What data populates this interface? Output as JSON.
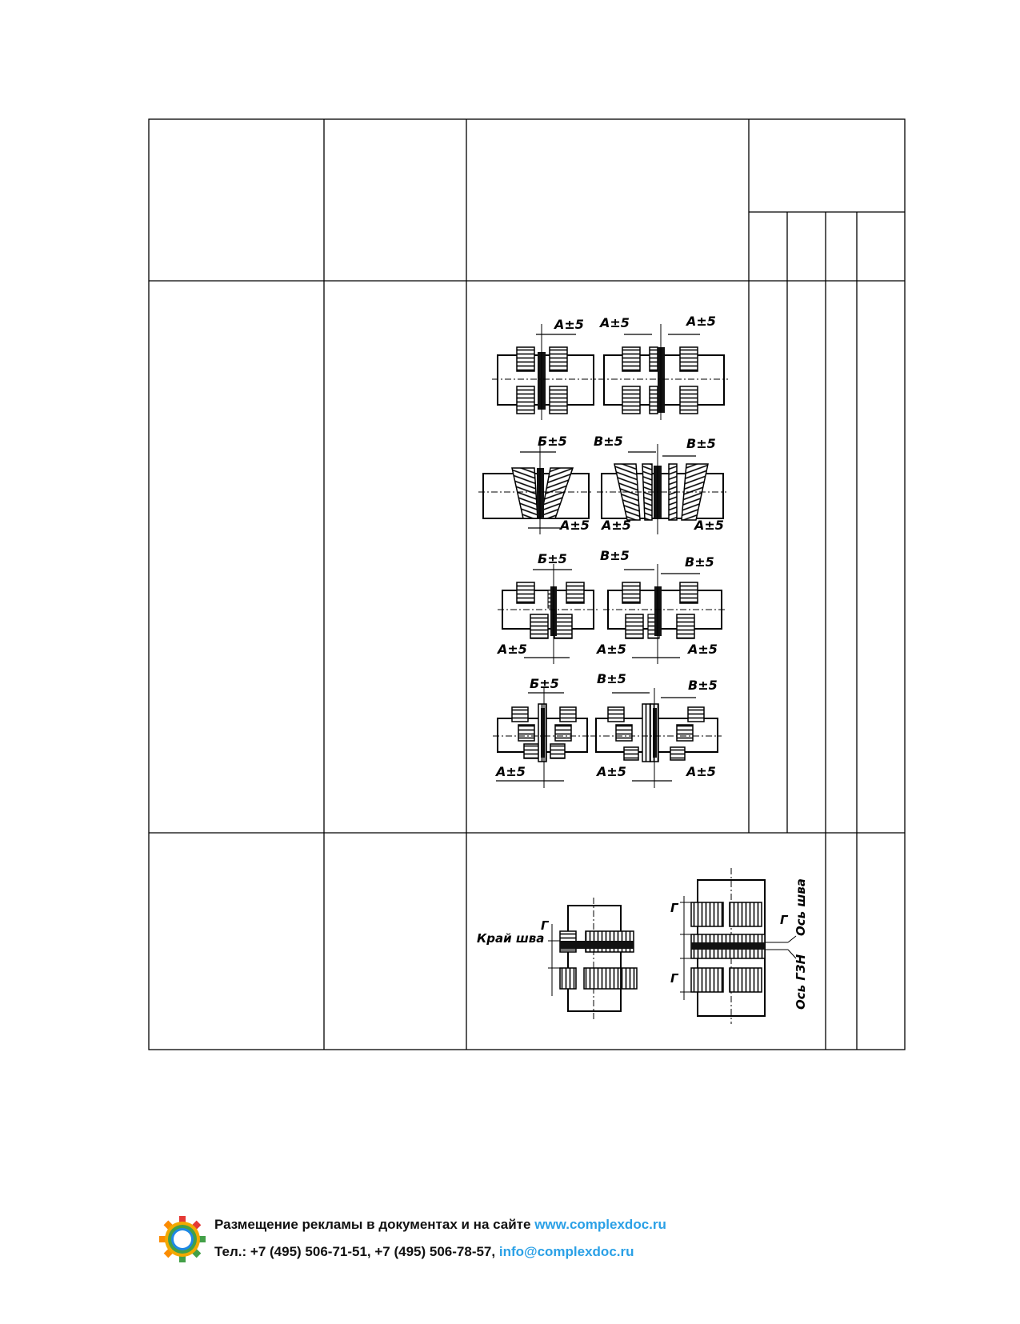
{
  "drawings": {
    "row1": {
      "labels": {
        "a5": "А±5",
        "b5": "Б±5",
        "v5": "В±5"
      }
    },
    "row2": {
      "edge_label": "Край шва",
      "g_label": "Г",
      "seam_axis_label": "Ось шва",
      "gzn_axis_label": "Ось ГЗН"
    }
  },
  "footer": {
    "logo_icon": "gear-circle-logo-icon",
    "line1_text": "Размещение рекламы в документах и на сайте ",
    "line1_link": "www.complexdoc.ru",
    "line2_text": "Тел.: +7 (495) 506-71-51, +7 (495) 506-78-57, ",
    "line2_link": "info@complexdoc.ru",
    "colors": {
      "link": "#2aa0e6"
    }
  }
}
